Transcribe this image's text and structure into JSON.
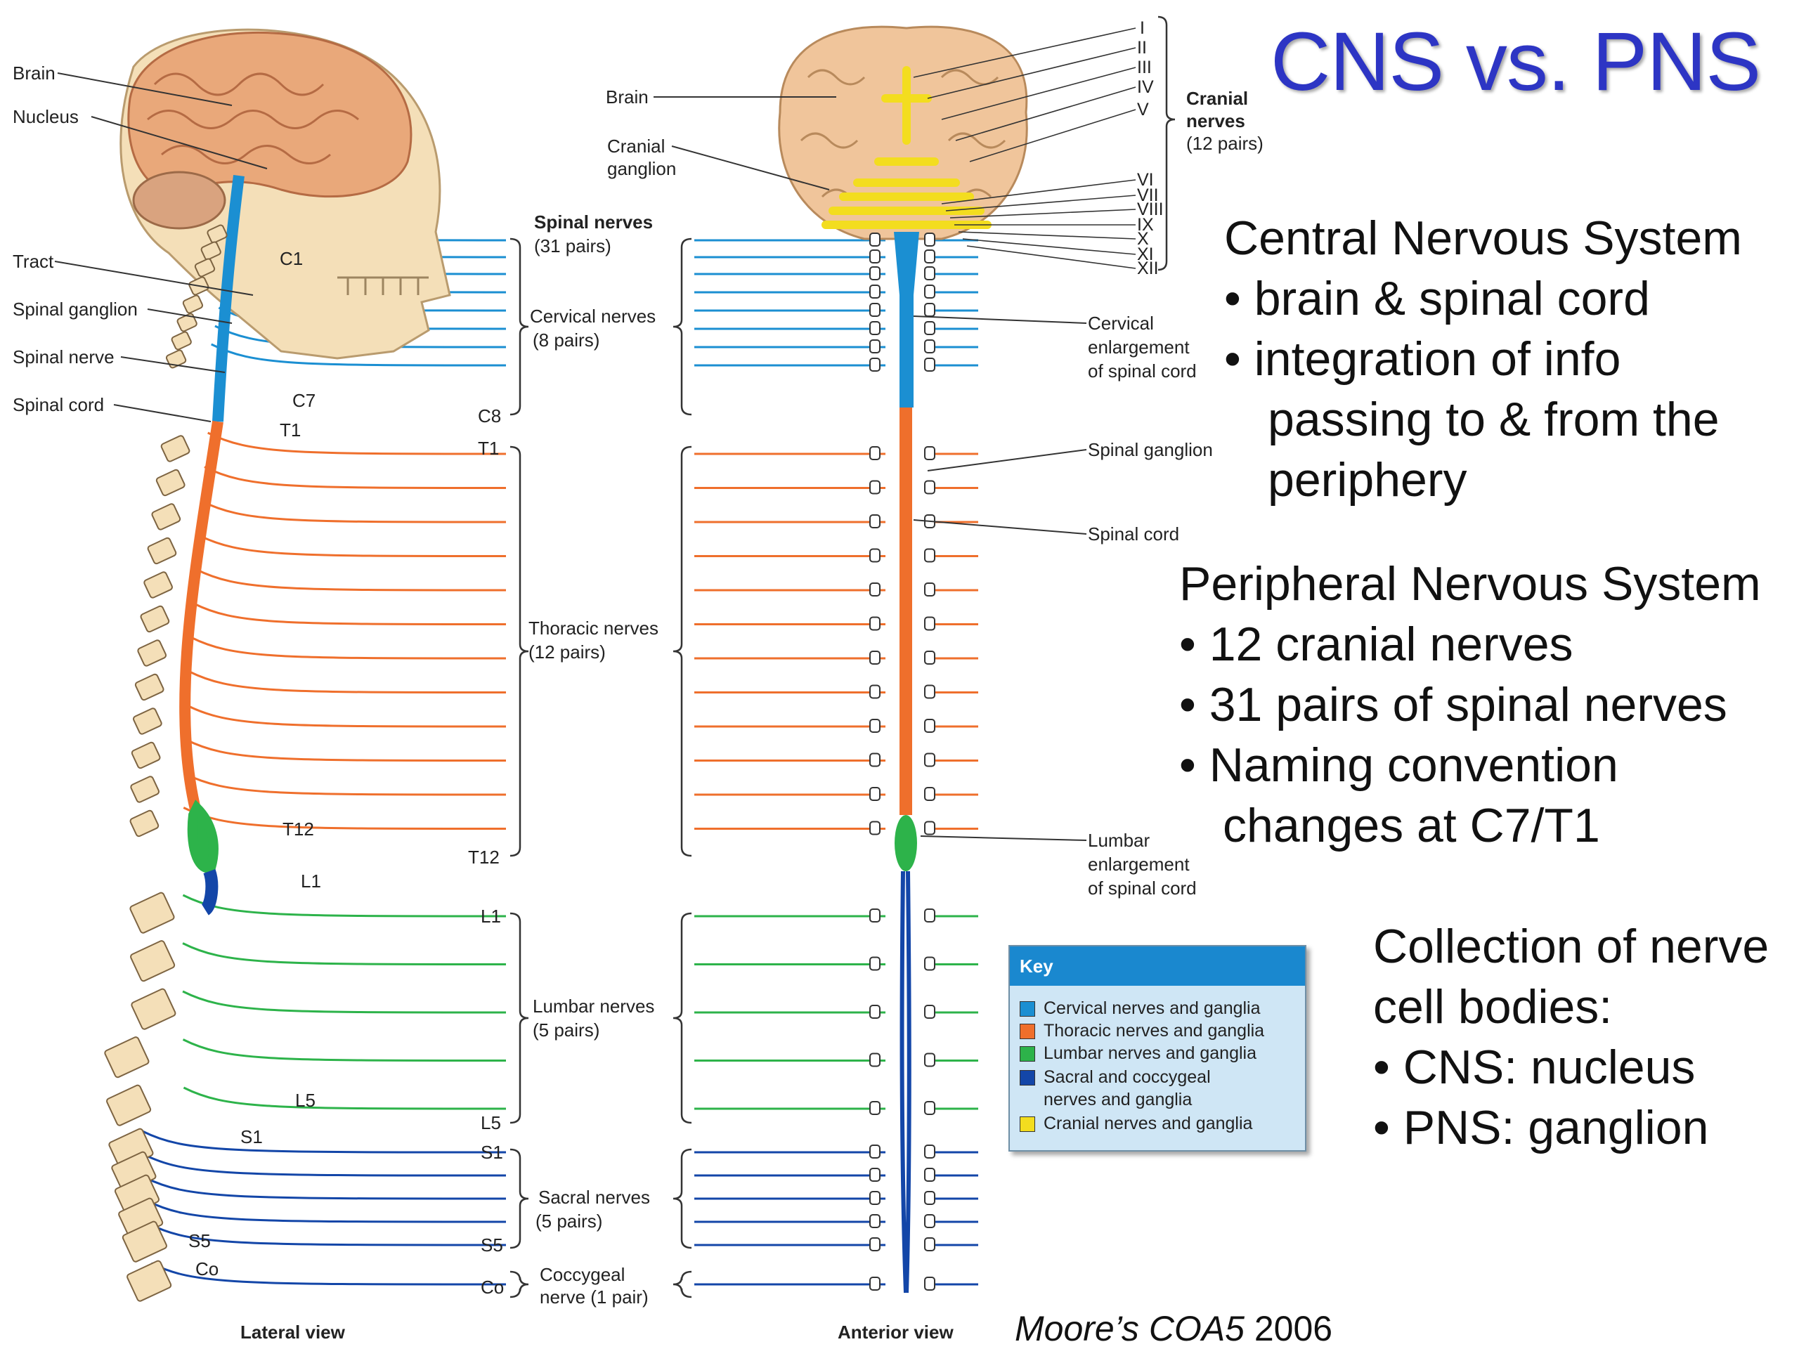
{
  "title": "CNS vs. PNS",
  "lateral": {
    "labels": {
      "brain": "Brain",
      "nucleus": "Nucleus",
      "tract": "Tract",
      "spinal_ganglion": "Spinal ganglion",
      "spinal_nerve": "Spinal nerve",
      "spinal_cord": "Spinal cord"
    },
    "vertebra_labels": [
      "C1",
      "C7",
      "T1",
      "T12",
      "L1",
      "L5",
      "S1",
      "S5",
      "Co"
    ],
    "caption": "Lateral view"
  },
  "middle": {
    "spinal_nerves_title": "Spinal nerves",
    "spinal_nerves_sub": "(31 pairs)",
    "groups": [
      {
        "name": "Cervical nerves",
        "count": "(8 pairs)",
        "start": "",
        "end": "C8"
      },
      {
        "name": "Thoracic nerves",
        "count": "(12 pairs)",
        "start": "T1",
        "end": "T12"
      },
      {
        "name": "Lumbar nerves",
        "count": "(5 pairs)",
        "start": "L1",
        "end": "L5"
      },
      {
        "name": "Sacral nerves",
        "count": "(5 pairs)",
        "start": "S1",
        "end": "S5"
      },
      {
        "name": "Coccygeal",
        "count": "nerve (1 pair)",
        "start": "",
        "end": "Co"
      }
    ]
  },
  "anterior": {
    "labels": {
      "brain": "Brain",
      "cranial_ganglion_1": "Cranial",
      "cranial_ganglion_2": "ganglion",
      "cervical_enl_1": "Cervical",
      "cervical_enl_2": "enlargement",
      "cervical_enl_3": "of spinal cord",
      "spinal_ganglion": "Spinal ganglion",
      "spinal_cord": "Spinal cord",
      "lumbar_enl_1": "Lumbar",
      "lumbar_enl_2": "enlargement",
      "lumbar_enl_3": "of spinal cord"
    },
    "cranial_numerals": [
      "I",
      "II",
      "III",
      "IV",
      "V",
      "VI",
      "VII",
      "VIII",
      "IX",
      "X",
      "XI",
      "XII"
    ],
    "cranial_nerves_title_1": "Cranial",
    "cranial_nerves_title_2": "nerves",
    "cranial_nerves_sub": "(12 pairs)",
    "caption": "Anterior view"
  },
  "key": {
    "title": "Key",
    "items": [
      {
        "label": "Cervical nerves and ganglia",
        "color": "#1b8fd2"
      },
      {
        "label": "Thoracic nerves and ganglia",
        "color": "#ef6f2c"
      },
      {
        "label": "Lumbar nerves and ganglia",
        "color": "#2db34a"
      },
      {
        "label": "Sacral and coccygeal",
        "label2": "nerves and ganglia",
        "color": "#1346a8"
      },
      {
        "label": "Cranial nerves and ganglia",
        "color": "#f3dd1f"
      }
    ]
  },
  "cns": {
    "heading": "Central Nervous System",
    "bullets": [
      "• brain & spinal cord",
      "• integration of info"
    ],
    "cont": [
      "passing to & from the",
      "periphery"
    ]
  },
  "pns": {
    "heading": "Peripheral Nervous System",
    "bullets": [
      "• 12 cranial nerves",
      "• 31 pairs of spinal nerves",
      "• Naming convention"
    ],
    "cont": [
      "changes at C7/T1"
    ]
  },
  "collection": {
    "lines": [
      "Collection of nerve",
      "cell bodies:",
      "• CNS: nucleus",
      "• PNS: ganglion"
    ]
  },
  "citation": {
    "italic": "Moore’s COA5",
    "year": " 2006"
  }
}
